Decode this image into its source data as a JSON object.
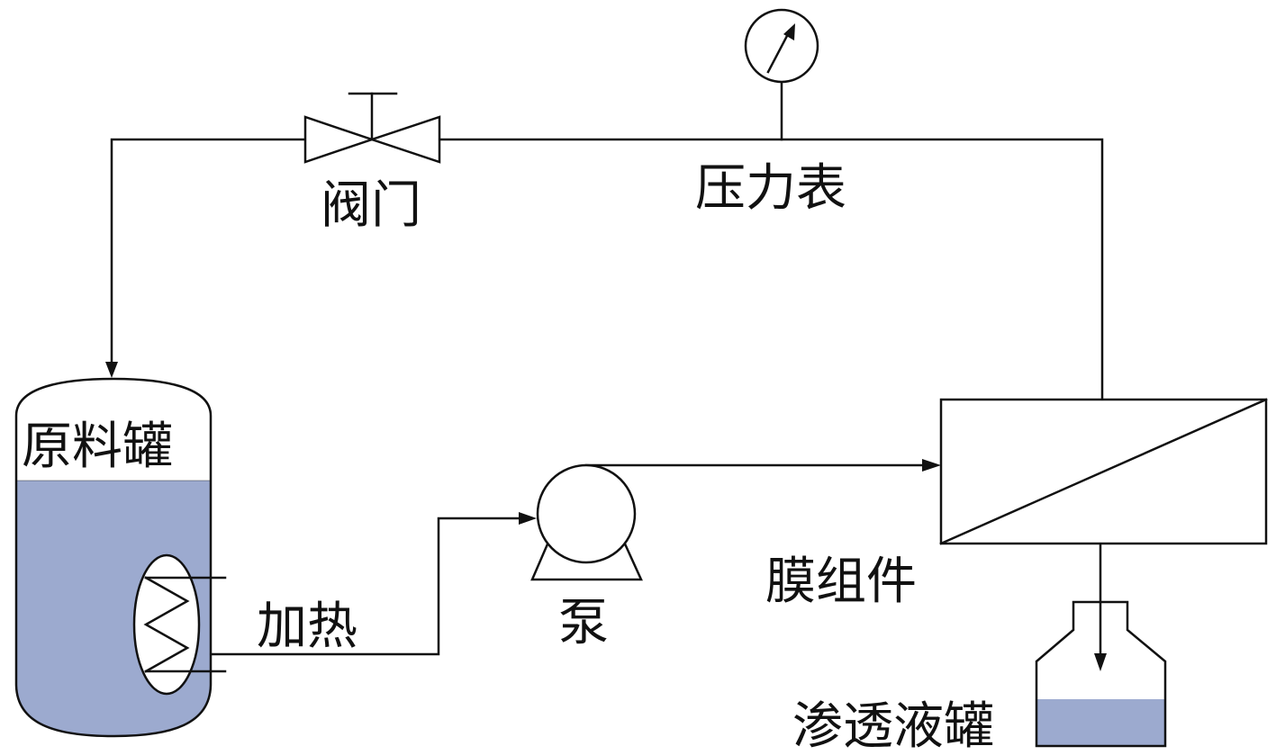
{
  "labels": {
    "valve": "阀门",
    "pressure_gauge": "压力表",
    "feed_tank": "原料罐",
    "heating": "加热",
    "pump": "泵",
    "membrane_module": "膜组件",
    "permeate_tank": "渗透液罐"
  },
  "colors": {
    "liquid": "#9caacf",
    "line": "#111111",
    "background": "#ffffff"
  }
}
